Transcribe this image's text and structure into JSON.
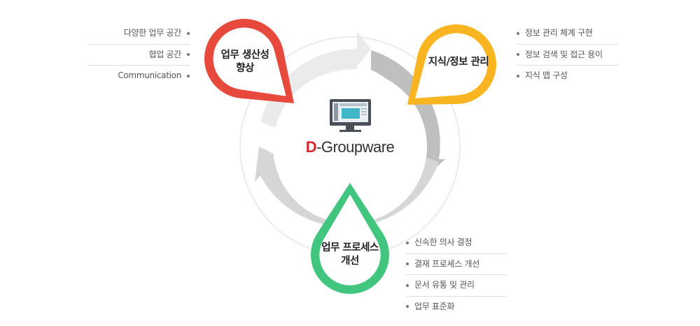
{
  "center": {
    "brand_prefix": "D",
    "brand_rest": "-Groupware",
    "icon": "monitor-icon"
  },
  "nodes": [
    {
      "id": "productivity",
      "title_lines": [
        "업무 생산성",
        "향상"
      ],
      "color": "#e74a3c",
      "items": [
        "다양한 업무 공간",
        "협업 공간",
        "Communication"
      ]
    },
    {
      "id": "knowledge",
      "title_lines": [
        "지식/정보 관리"
      ],
      "color": "#f8b521",
      "items": [
        "정보 관리 체계 구현",
        "정보 검색 및 접근 용이",
        "지식 맵 구성"
      ]
    },
    {
      "id": "process",
      "title_lines": [
        "업무 프로세스",
        "개선"
      ],
      "color": "#42c57e",
      "items": [
        "신속한 의사 결정",
        "결재 프로세스 개선",
        "문서 유통 및 관리",
        "업무 표준화"
      ]
    }
  ],
  "colors": {
    "arrow_light": "#ececec",
    "arrow_dark": "#bdbdbd",
    "ring": "#e2e2e2",
    "brand_accent": "#d0282d"
  }
}
